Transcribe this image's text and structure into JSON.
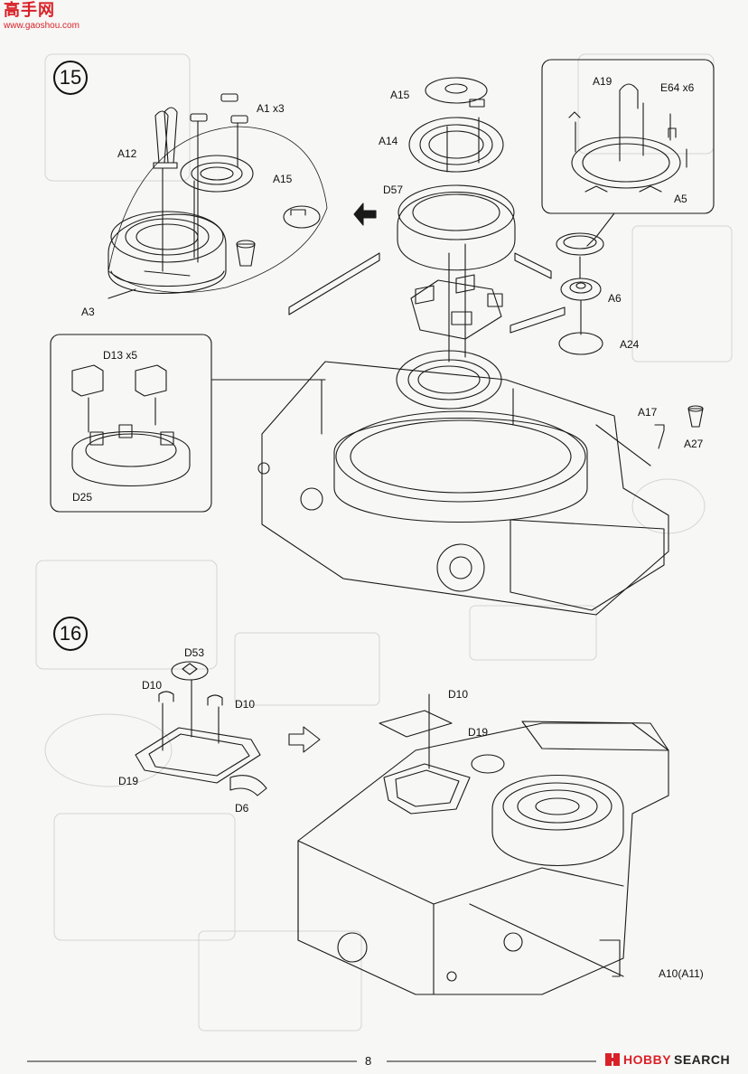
{
  "watermark": {
    "site_chars": "高手网",
    "site_url": "www.gaoshou.com",
    "logo_icon": "gaoshou-logo-icon"
  },
  "steps": [
    {
      "number": "15",
      "labels": {
        "a1": "A1 x3",
        "a12": "A12",
        "a15_left": "A15",
        "a3": "A3",
        "a15_top": "A15",
        "a14": "A14",
        "d57": "D57",
        "a19": "A19",
        "e64": "E64 x6",
        "a5": "A5",
        "a6": "A6",
        "a24": "A24",
        "d13": "D13 x5",
        "d25": "D25",
        "a17": "A17",
        "a27": "A27"
      }
    },
    {
      "number": "16",
      "labels": {
        "d53": "D53",
        "d10_left": "D10",
        "d10_right": "D10",
        "d19_left": "D19",
        "d6": "D6",
        "d10_main": "D10",
        "d19_main": "D19",
        "a10": "A10(A11)"
      }
    }
  ],
  "footer": {
    "page_number": "8",
    "brand": "HOBBY",
    "brand_suffix": "SEARCH",
    "brand_icon": "hobbysearch-logo-icon"
  },
  "colors": {
    "ink": "#1a1a1a",
    "paper": "#f7f7f5",
    "watermark_red": "#d92128",
    "ghost": "#d4d4d4"
  }
}
